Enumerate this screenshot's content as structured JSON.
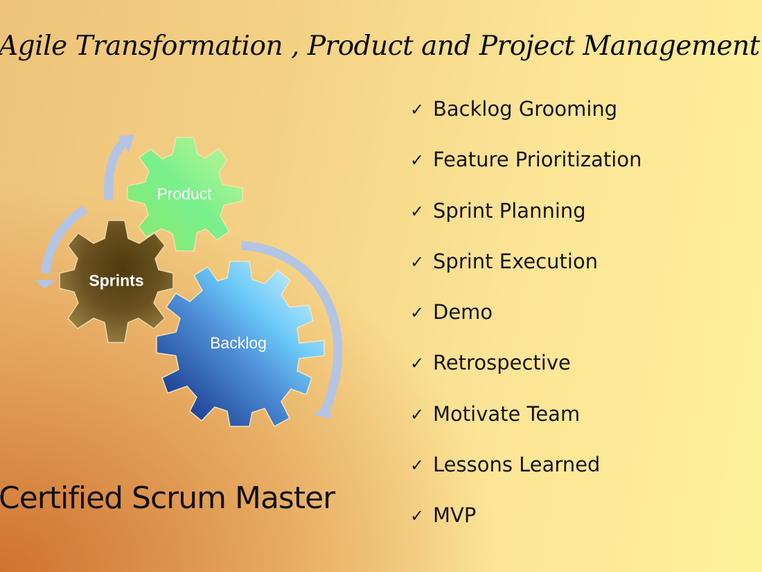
{
  "slide": {
    "title": "Agile Transformation , Product and Project Management",
    "subtitle": "Certified Scrum Master",
    "gears": [
      {
        "label": "Product",
        "color": "#7ef08a"
      },
      {
        "label": "Sprints",
        "color": "#5a4313"
      },
      {
        "label": "Backlog",
        "color": "#5bb8f0"
      }
    ],
    "checklist": {
      "icon": "check-mark-icon",
      "glyph": "✓",
      "items": [
        "Backlog Grooming",
        "Feature Prioritization",
        "Sprint Planning",
        "Sprint Execution",
        "Demo",
        "Retrospective",
        "Motivate Team",
        "Lessons Learned",
        "MVP"
      ]
    },
    "colors": {
      "arrow": "#b4c4e4",
      "background_left": "#cd6e2d",
      "background_right": "#fff19a"
    }
  }
}
